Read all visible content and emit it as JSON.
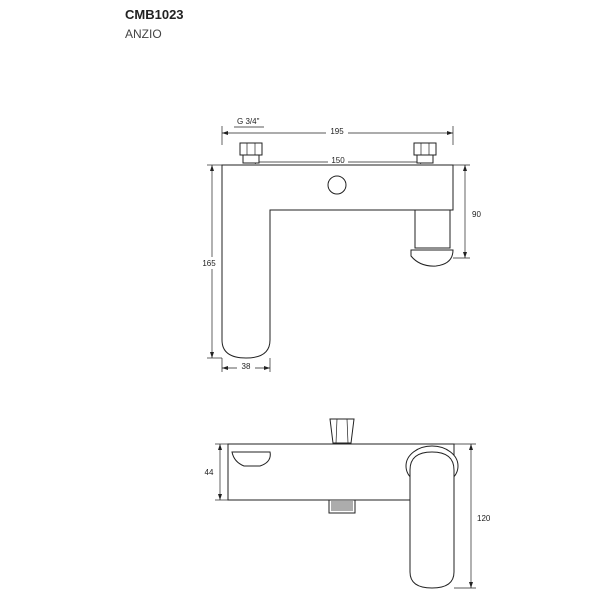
{
  "header": {
    "model_code": "CMB1023",
    "series_name": "ANZIO"
  },
  "dimensions": {
    "thread": "G 3/4\"",
    "overall_width": "195",
    "centers_width": "150",
    "spout_drop": "90",
    "total_height": "165",
    "spout_width": "38",
    "side_height": "44",
    "side_depth": "120"
  }
}
